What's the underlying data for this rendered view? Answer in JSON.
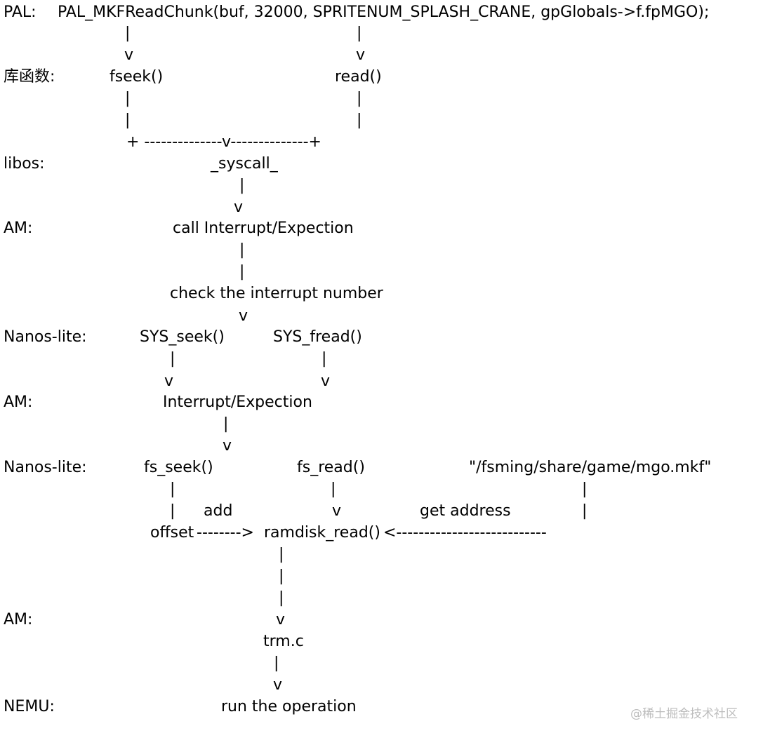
{
  "layers": {
    "pal": "PAL:",
    "lib": "库函数:",
    "libos": "libos:",
    "am1": "AM:",
    "nanos1": "Nanos-lite:",
    "am2": "AM:",
    "nanos2": "Nanos-lite:",
    "am3": "AM:",
    "nemu": "NEMU:"
  },
  "nodes": {
    "pal_call": "PAL_MKFReadChunk(buf, 32000, SPRITENUM_SPLASH_CRANE, gpGlobals->f.fpMGO);",
    "fseek": "fseek()",
    "read": "read()",
    "syscall": "_syscall_",
    "call_interrupt": "call Interrupt/Expection",
    "check_interrupt": "check the interrupt number",
    "sys_seek": "SYS_seek()",
    "sys_fread": "SYS_fread()",
    "interrupt": "Interrupt/Expection",
    "fs_seek": "fs_seek()",
    "fs_read": "fs_read()",
    "file_path": "\"/fsming/share/game/mgo.mkf\"",
    "add": "add",
    "get_address": "get address",
    "offset": "offset",
    "ramdisk_read": "ramdisk_read()",
    "trm": "trm.c",
    "run": "run the operation"
  },
  "connectors": {
    "pipe": "|",
    "arrow_down": "v",
    "merge": "+ --------------v--------------+",
    "offset_arrow": "-------->",
    "address_arrow": "<---------------------------"
  },
  "watermark": "@稀土掘金技术社区"
}
